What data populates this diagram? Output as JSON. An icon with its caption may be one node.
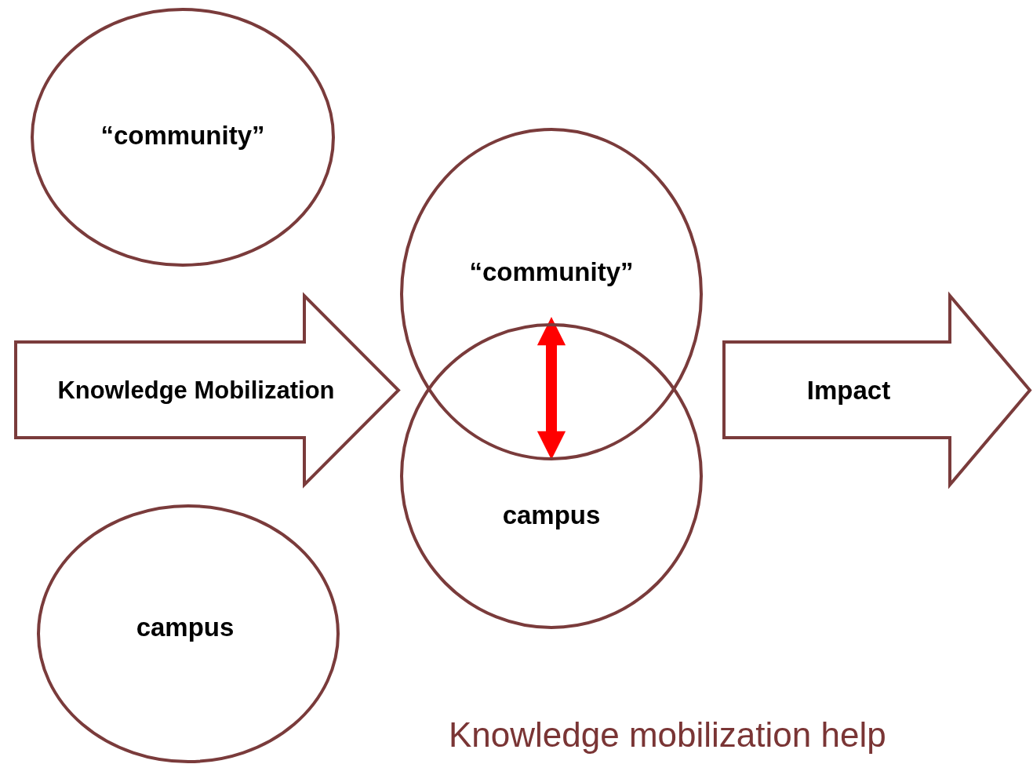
{
  "diagram": {
    "nodes": [
      {
        "text": [
          "“community”"
        ]
      },
      {
        "text": [
          "campus"
        ]
      },
      {
        "text": [
          "Knowledge Mobilization"
        ]
      },
      {
        "text": [
          "“community”"
        ]
      },
      {
        "text": [
          "campus"
        ]
      },
      {
        "text": [
          "Impact"
        ]
      }
    ],
    "edges": [
      {
        "from": 4,
        "to": 3,
        "arrow": "both",
        "color": "#ff0000"
      }
    ],
    "labels": [
      "Knowledge mobilization help"
    ]
  }
}
